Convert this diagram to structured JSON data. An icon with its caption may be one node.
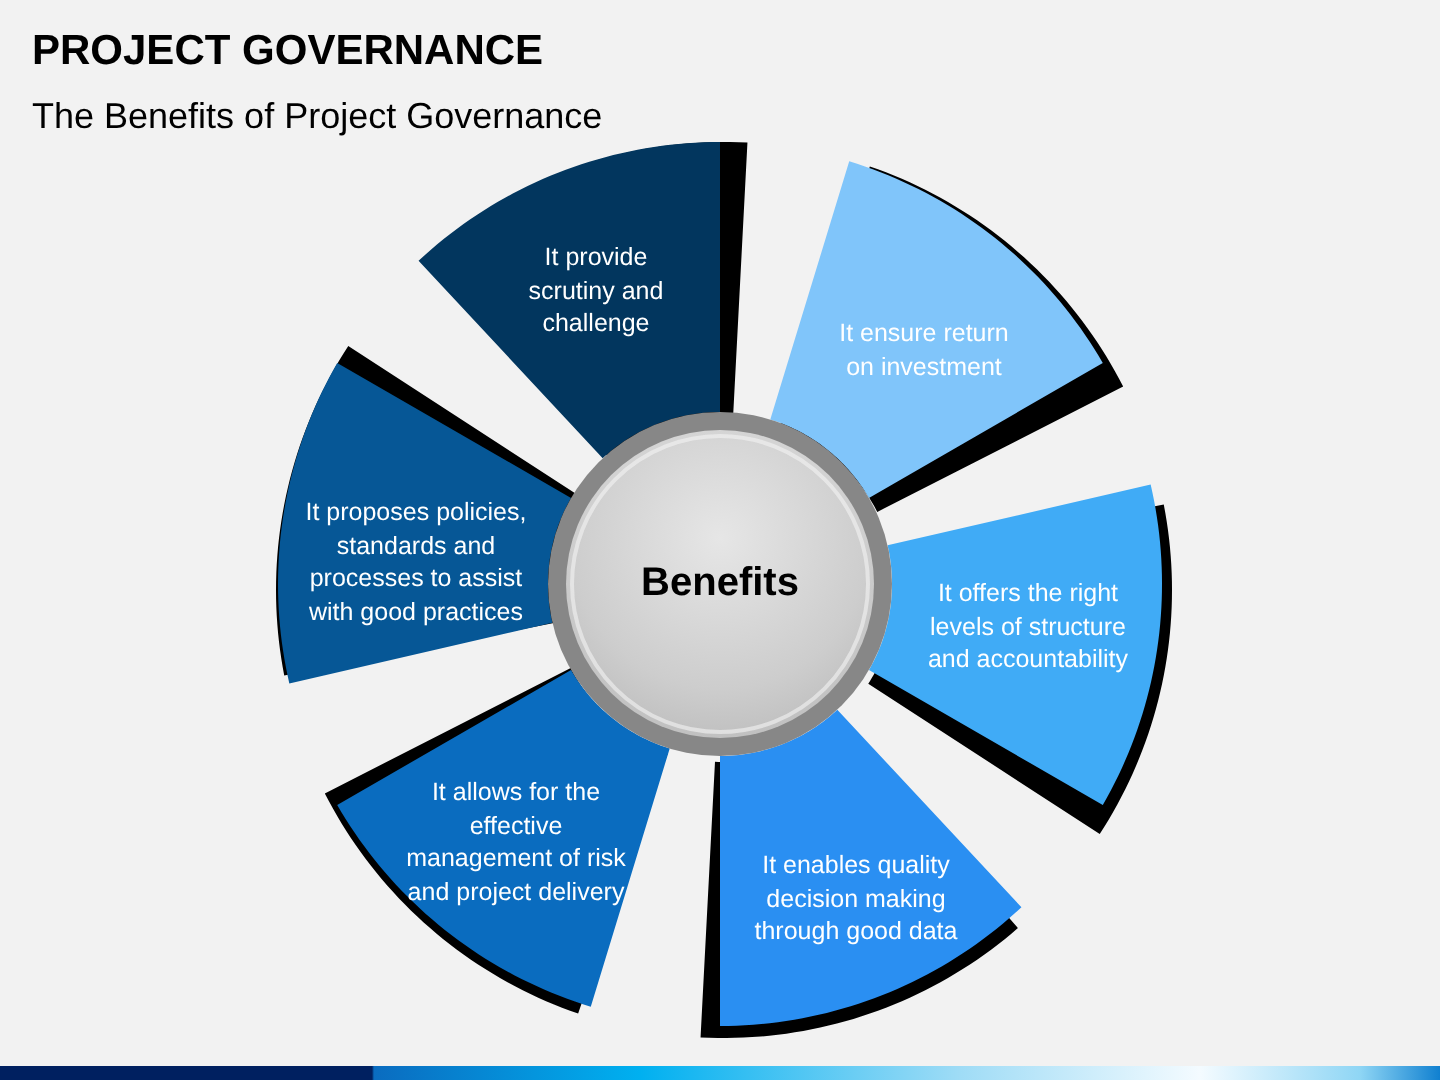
{
  "diagram": {
    "title": "PROJECT GOVERNANCE",
    "nodes": [
      {
        "text": [
          "Benefits"
        ]
      },
      {
        "text": [
          "It provide scrutiny and challenge"
        ]
      },
      {
        "text": [
          "It ensure return on investment"
        ]
      },
      {
        "text": [
          "It offers the right levels of structure and accountability"
        ]
      },
      {
        "text": [
          "It enables quality decision making through good data"
        ]
      },
      {
        "text": [
          "It allows for the effective management of risk and project delivery"
        ]
      },
      {
        "text": [
          "It proposes policies, standards and processes to assist with good practices"
        ]
      }
    ],
    "labels": [
      "The Benefits of Project Governance"
    ]
  }
}
